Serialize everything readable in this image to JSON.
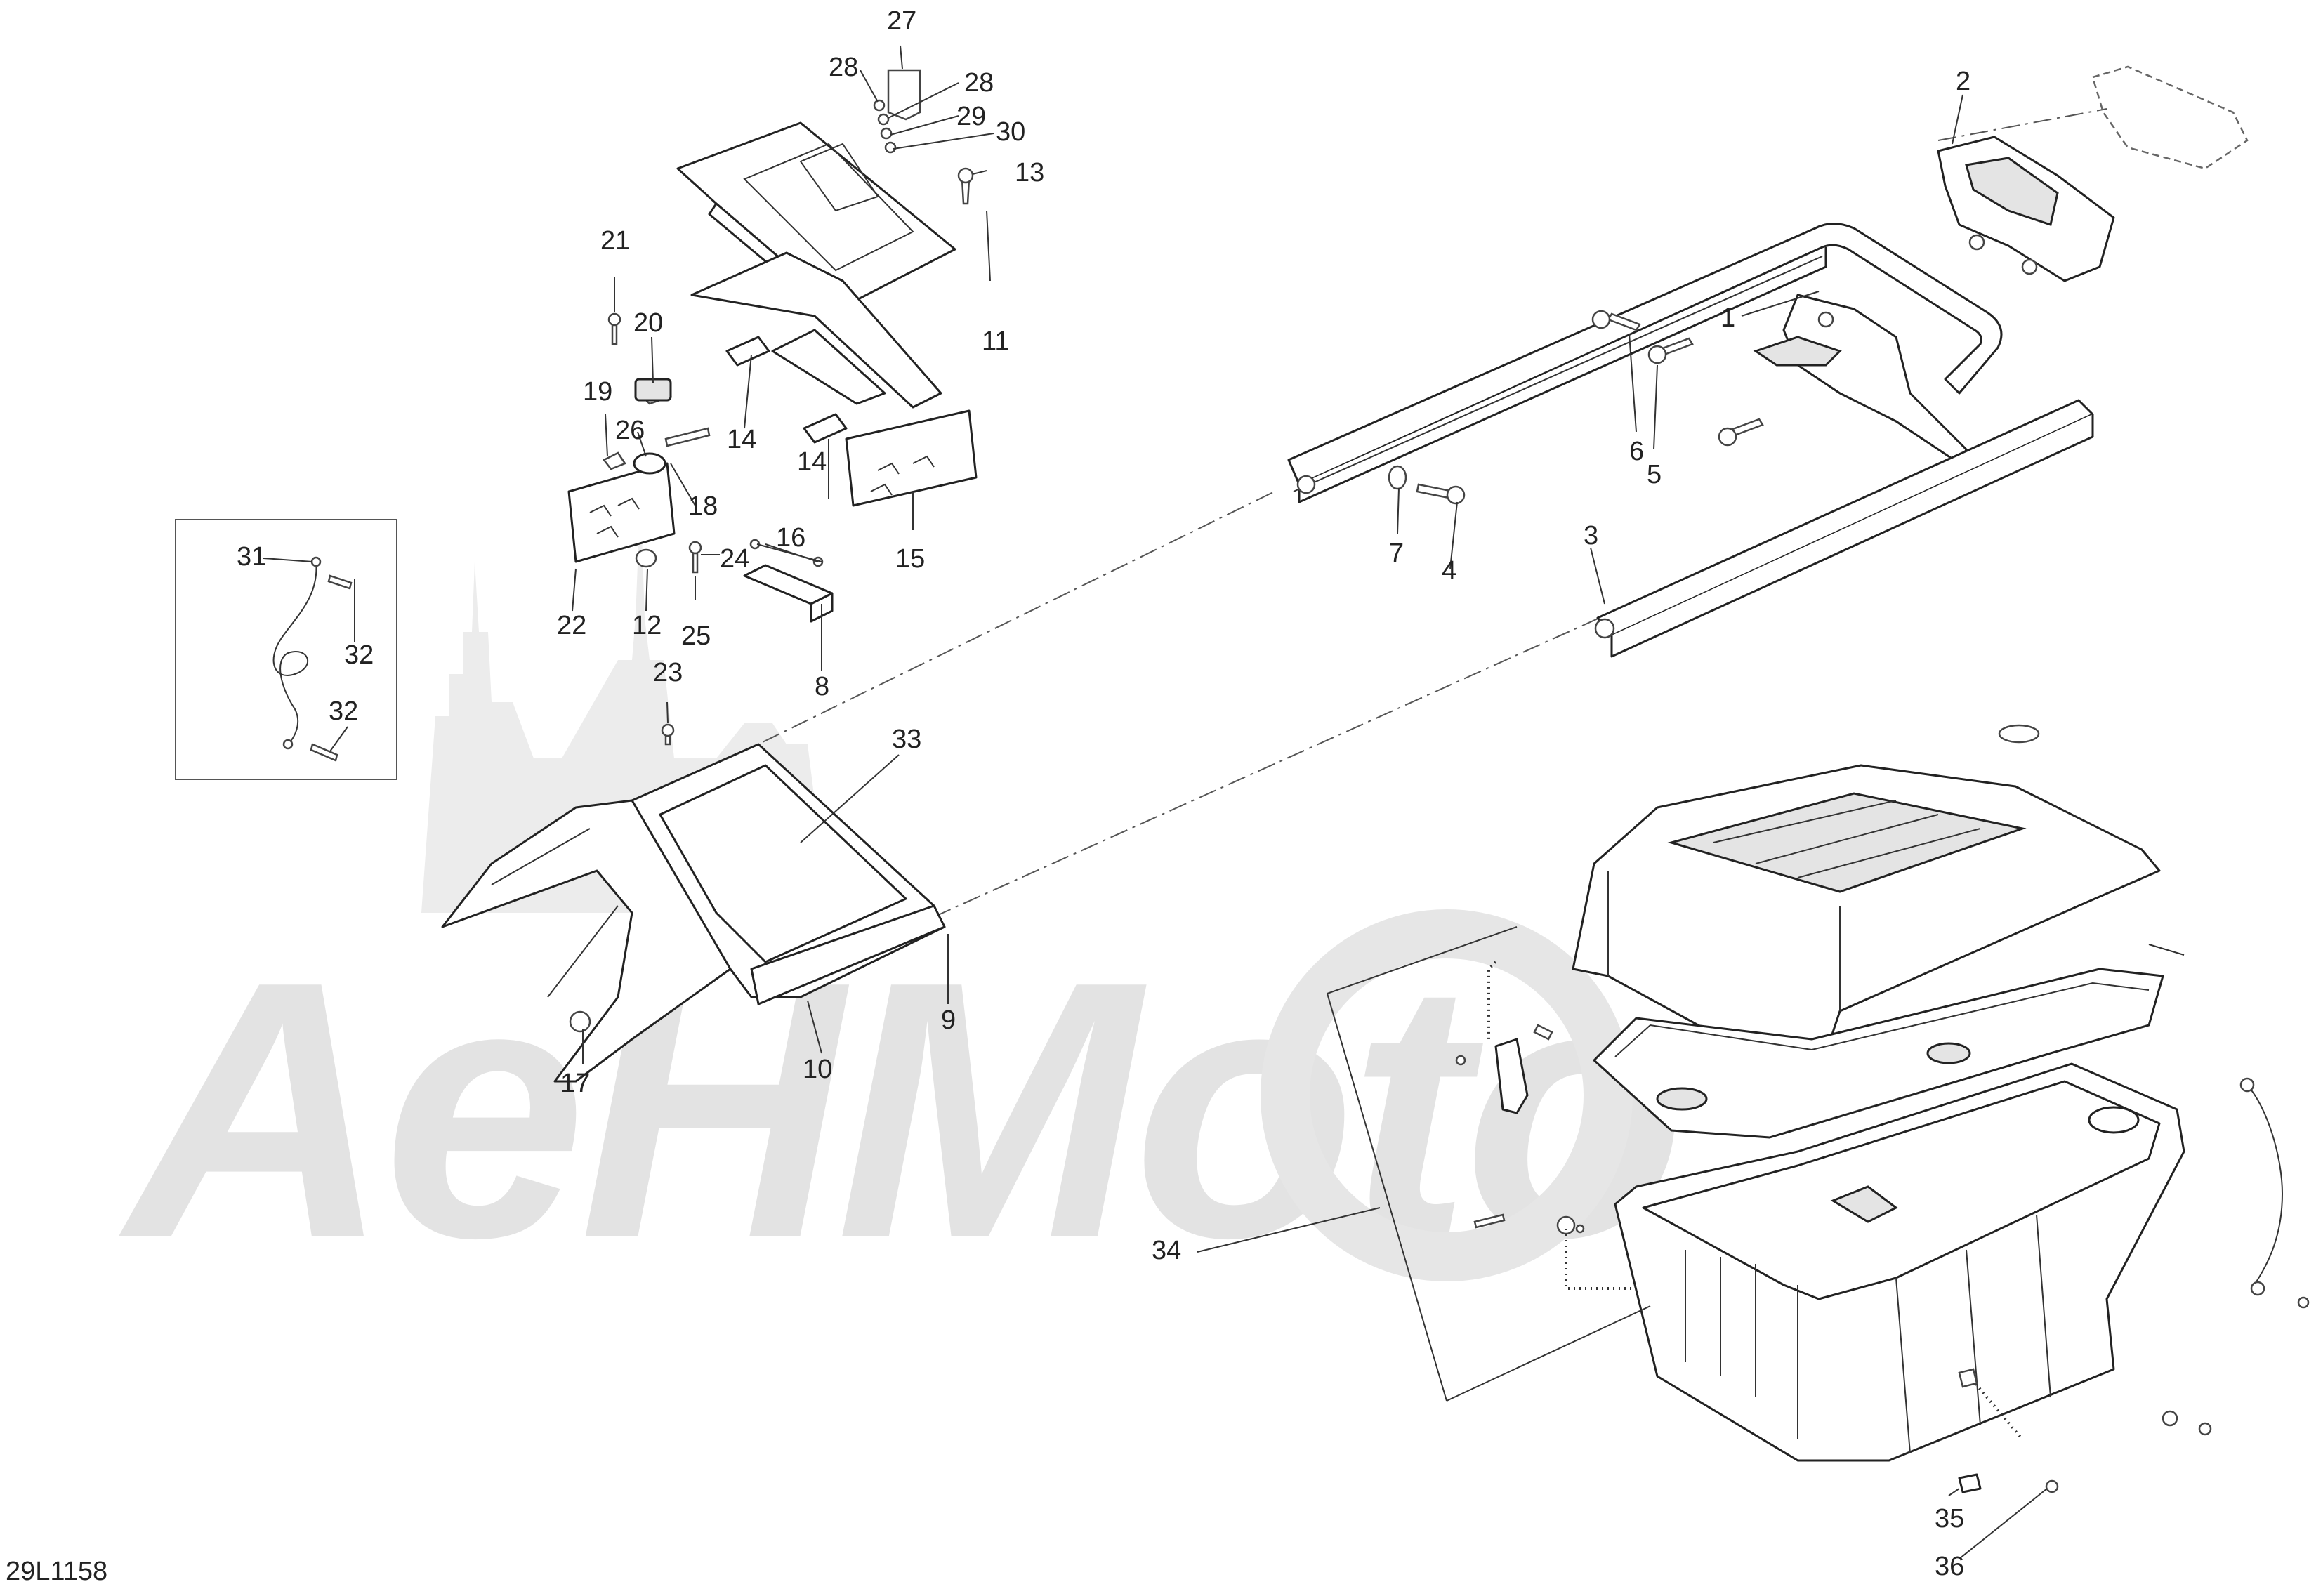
{
  "diagram_code": "29L1158",
  "watermark_text": "AeHMoto",
  "colors": {
    "line": "#222222",
    "watermark": "#e3e3e3",
    "background": "#ffffff"
  },
  "callouts": {
    "c1": "1",
    "c2": "2",
    "c3": "3",
    "c4": "4",
    "c5": "5",
    "c6": "6",
    "c7": "7",
    "c8": "8",
    "c9": "9",
    "c10": "10",
    "c11": "11",
    "c12": "12",
    "c13": "13",
    "c14a": "14",
    "c14b": "14",
    "c15": "15",
    "c16": "16",
    "c17": "17",
    "c18": "18",
    "c19": "19",
    "c20": "20",
    "c21": "21",
    "c22": "22",
    "c23": "23",
    "c24": "24",
    "c25": "25",
    "c26": "26",
    "c27": "27",
    "c28a": "28",
    "c28b": "28",
    "c29": "29",
    "c30": "30",
    "c31": "31",
    "c32a": "32",
    "c32b": "32",
    "c33": "33",
    "c34": "34",
    "c35": "35",
    "c36": "36"
  }
}
